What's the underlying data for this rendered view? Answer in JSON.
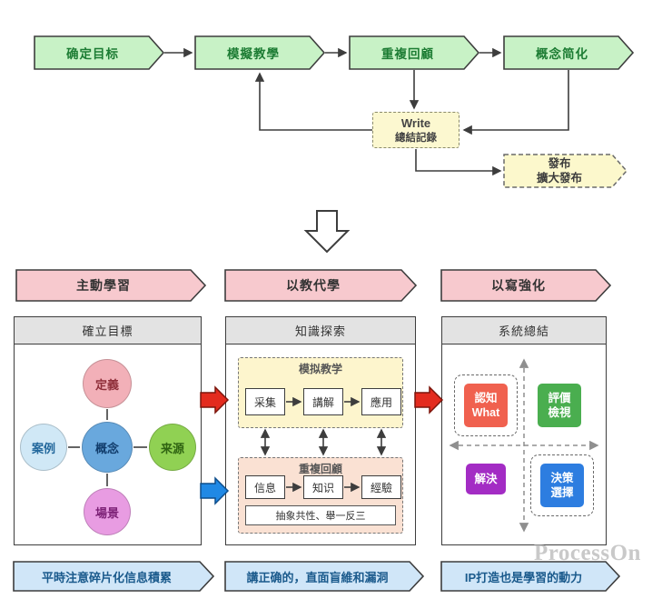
{
  "watermark": "ProcessOn",
  "top_flow": {
    "nodes": [
      "确定目标",
      "模擬教學",
      "重複回顧",
      "概念简化"
    ],
    "write_note": {
      "title": "Write",
      "subtitle": "總結記錄"
    },
    "publish": {
      "line1": "發布",
      "line2": "擴大發布"
    }
  },
  "columns": [
    {
      "banner": "主動學習",
      "header": "確立目標",
      "footer": "平時注意碎片化信息積累",
      "mindmap": {
        "top": "定義",
        "left": "案例",
        "center": "概念",
        "right": "来源",
        "bottom": "場景"
      }
    },
    {
      "banner": "以教代學",
      "header": "知識探索",
      "footer": "講正确的，直面盲維和漏洞",
      "teach": {
        "title": "模拟教学",
        "steps": [
          "采集",
          "講解",
          "應用"
        ]
      },
      "review": {
        "title": "重複回顧",
        "steps": [
          "信息",
          "知识",
          "經驗"
        ],
        "note": "抽象共性、舉一反三"
      }
    },
    {
      "banner": "以寫強化",
      "header": "系統總結",
      "footer": "IP打造也是學習的動力",
      "quadrant": {
        "top_left": {
          "line1": "認知",
          "line2": "What"
        },
        "top_right": {
          "line1": "評價",
          "line2": "檢視"
        },
        "bottom_left": {
          "line1": "解決"
        },
        "bottom_right": {
          "line1": "決策",
          "line2": "選擇"
        }
      }
    }
  ],
  "colors": {
    "flow_node_fill": "#c8f2c6",
    "banner_pink": "#f7c9ce",
    "banner_blue": "#d0e6f8",
    "note_yellow": "#fcf8d0",
    "teach_box": "#fdf5cd",
    "review_box": "#fae1d3",
    "quad_red": "#f0614f",
    "quad_green": "#4aae4f",
    "quad_purple": "#a32cc4",
    "quad_blue": "#2d7de0",
    "block_arrow_red": "#e32b1e",
    "block_arrow_blue": "#2089e5"
  }
}
